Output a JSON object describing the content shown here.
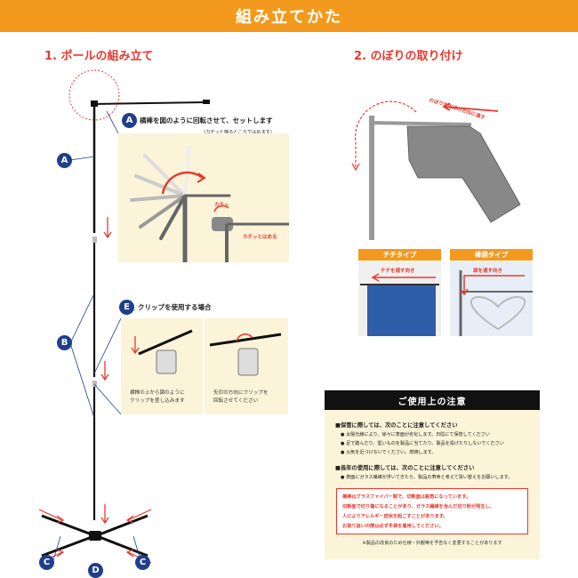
{
  "header": {
    "title": "組み立てかた"
  },
  "section1": {
    "title": "1. ポールの組み立て",
    "labels": [
      "A",
      "B",
      "C",
      "D",
      "E"
    ],
    "panel_a": {
      "heading": "横棒を図のように回転させて、セットします",
      "note": "（カチッと鳴るところではめます）",
      "click_sound": "カチッ",
      "click_caption": "カチッとはめる"
    },
    "panel_e": {
      "heading": "クリップを使用する場合",
      "caption_left": [
        "横棒の上から図のように",
        "クリップを差し込みます"
      ],
      "caption_right": [
        "矢印の方向にクリップを",
        "回転させてください"
      ]
    }
  },
  "section2": {
    "title": "2. のぼりの取り付け",
    "direction_label": "のぼりを矢印の方向に通す",
    "types": [
      {
        "name": "チチタイプ",
        "instruction": "チチを通す向き"
      },
      {
        "name": "棒袋タイプ",
        "instruction": "袋を通す向き"
      }
    ]
  },
  "notice": {
    "title": "ご使用上の注意",
    "group1": {
      "heading": "■保管に際しては、次のことに注意してください",
      "bullets": [
        "● 太陽光線により、徐々に表面が劣化します。日陰にて保管してください",
        "● 足で踏んだり、堅いものを製品に当てたり、製品を投げたりしないでください",
        "● 火気を近づけないでください。燃焼します。"
      ]
    },
    "group2": {
      "heading": "■長年の使用に際しては、次のことに注意してください",
      "bullets": [
        "● 表面にガラス繊維が浮いてきたら、製品の寿命と考えて買い替えをお願いします。"
      ]
    },
    "warning": [
      "横棒はグラスファイバー製で、切断面は鋭角になっています。",
      "切断面で切り傷になることがあり、ガラス繊維を含んだ切り粉が発生し、",
      "人によりアレルギー症状を起こすことがあります。",
      "お取り扱いの際は必ず手袋を着用してください。"
    ],
    "footer": "※製品の改良のため仕様・外観等を予告なく変更することがあります"
  },
  "colors": {
    "accent": "#f39a1e",
    "red": "#e8382d",
    "navy": "#1f3f8c",
    "panel": "#fbf4d9"
  }
}
